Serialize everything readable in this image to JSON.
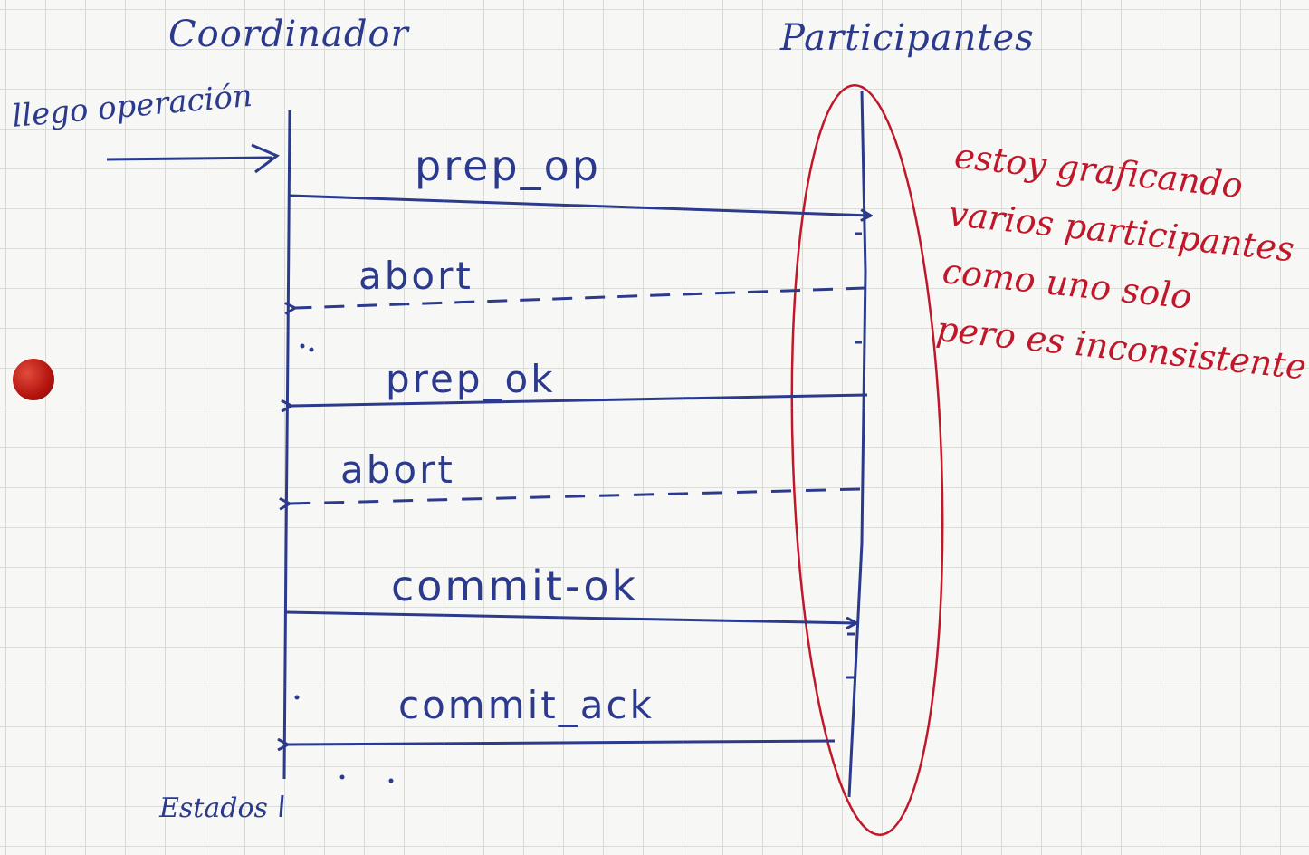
{
  "headers": {
    "coordinator": "Coordinador",
    "participants": "Participantes"
  },
  "incoming_note": "llego operación",
  "messages": [
    {
      "label": "prep_op",
      "direction": "to-participant",
      "style": "solid"
    },
    {
      "label": "abort",
      "direction": "to-coordinator",
      "style": "dashed"
    },
    {
      "label": "prep_ok",
      "direction": "to-coordinator",
      "style": "solid"
    },
    {
      "label": "abort",
      "direction": "to-coordinator",
      "style": "dashed"
    },
    {
      "label": "commit-ok",
      "direction": "to-participant",
      "style": "solid"
    },
    {
      "label": "commit_ack",
      "direction": "to-coordinator",
      "style": "solid"
    }
  ],
  "side_note": "estoy graficando\nvarios participantes\ncomo uno solo\npero es inconsistente",
  "footer_label": "Estados",
  "colors": {
    "ink": "#2b3a8c",
    "red_ink": "#c0182a",
    "grid": "#d9d9d6",
    "dot": "#b3140f"
  }
}
